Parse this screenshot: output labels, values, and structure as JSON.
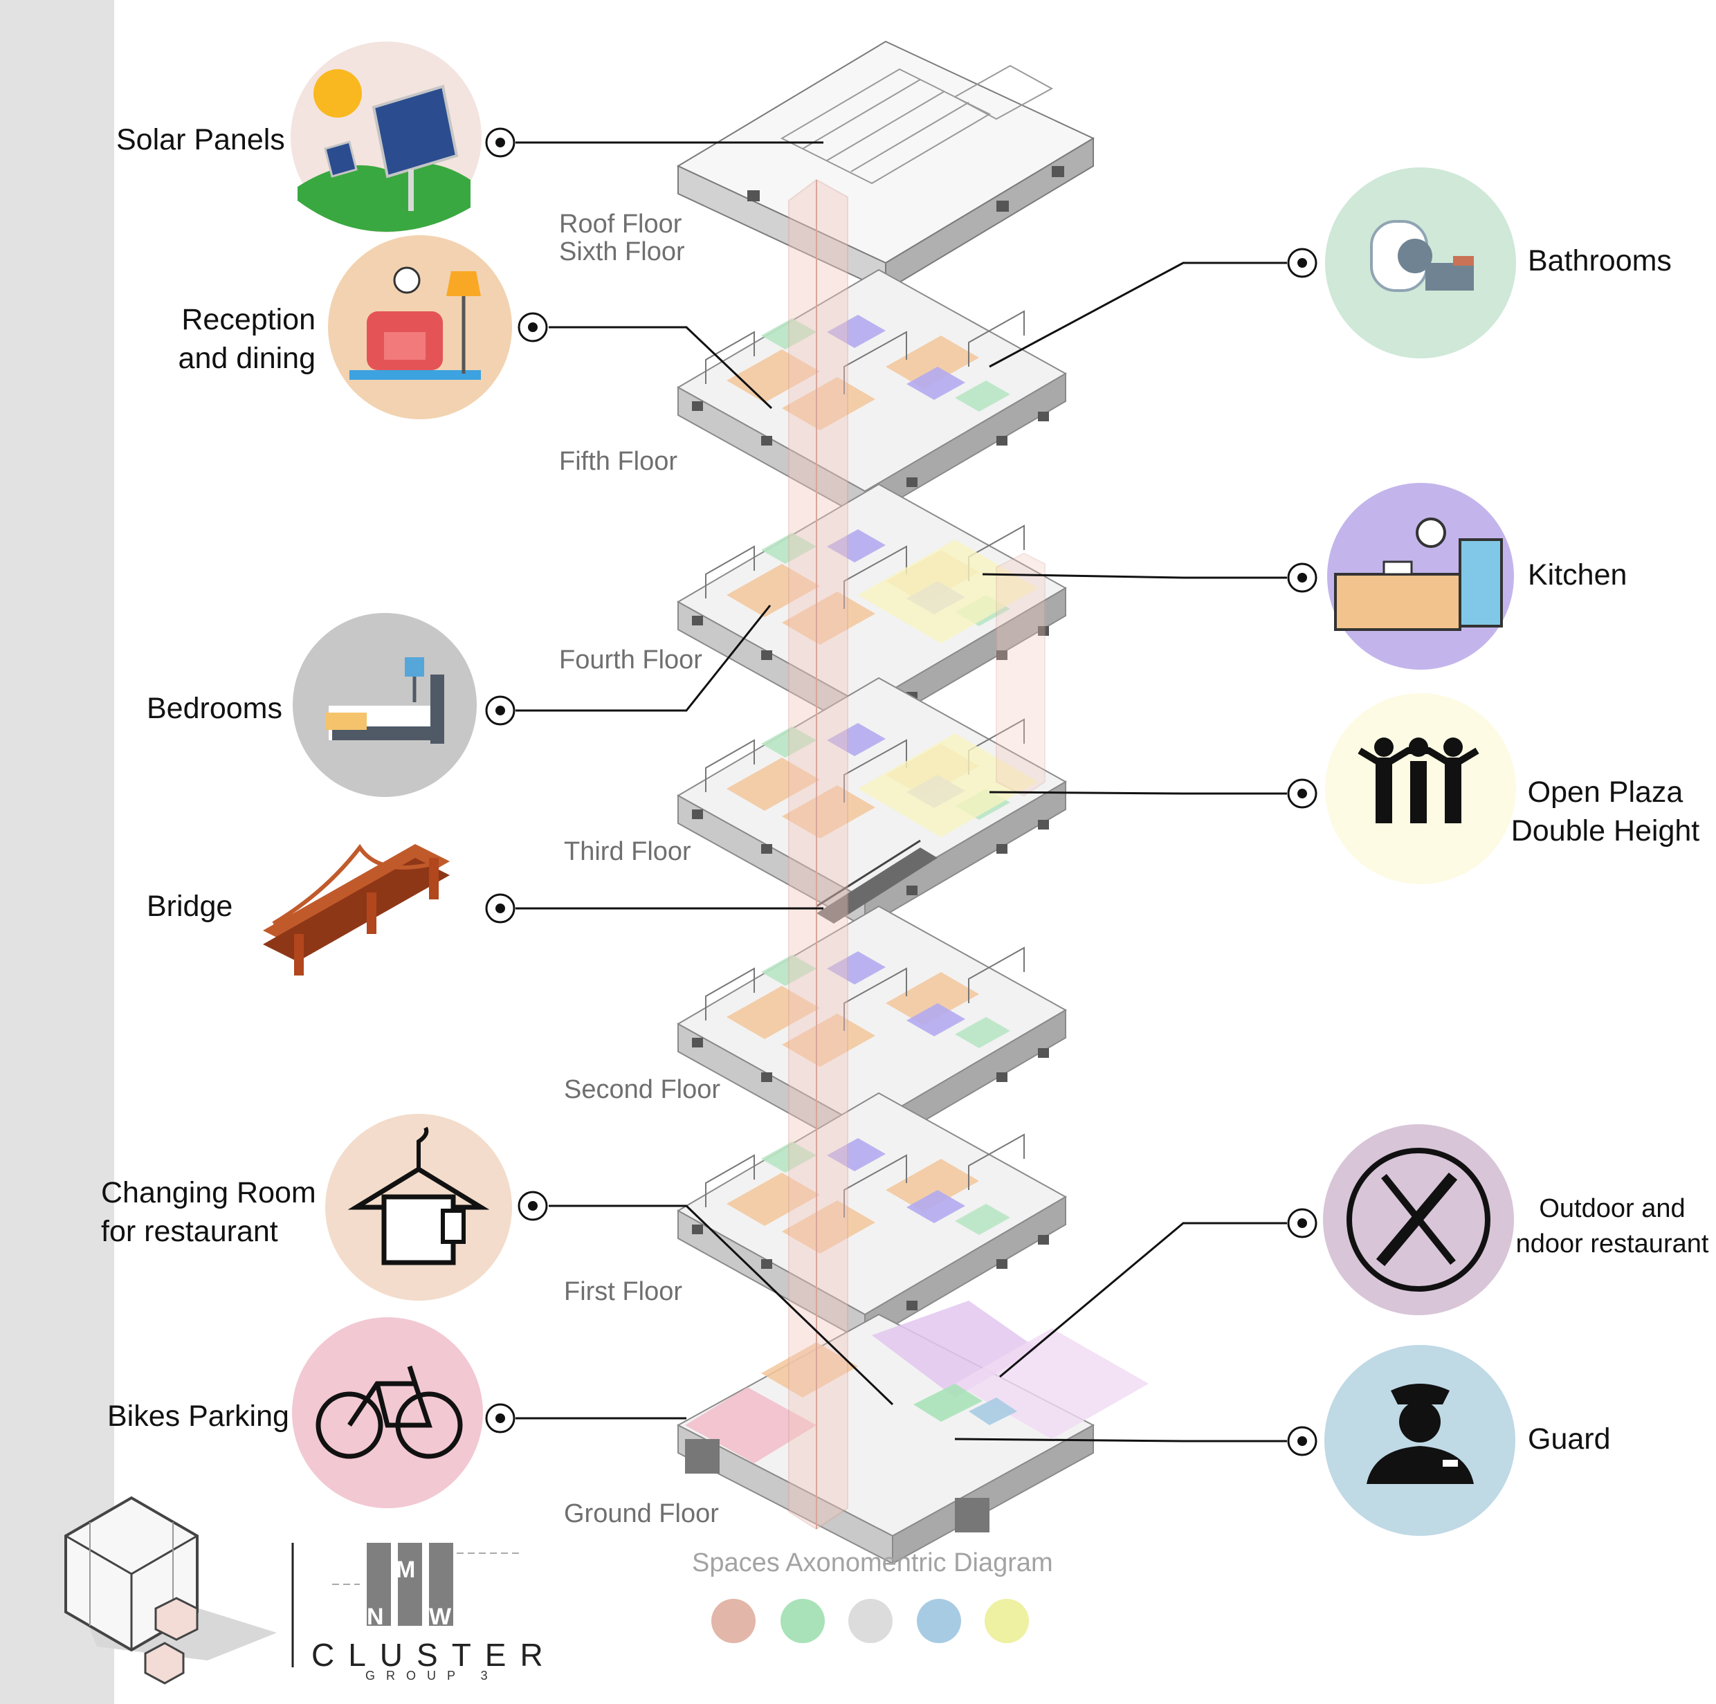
{
  "labels": {
    "solar_panels": "Solar Panels",
    "reception_1": "Reception",
    "reception_2": "and dining",
    "bedrooms": "Bedrooms",
    "bridge": "Bridge",
    "changing_1": "Changing Room",
    "changing_2": "for restaurant",
    "bikes": "Bikes Parking",
    "bathrooms": "Bathrooms",
    "kitchen": "Kitchen",
    "plaza_1": "Open Plaza",
    "plaza_2": "Double Height",
    "restaurant_1": "Outdoor and",
    "restaurant_2": "ndoor restaurant",
    "guard": "Guard"
  },
  "floors": {
    "roof": "Roof Floor",
    "sixth": "Sixth Floor",
    "fifth": "Fifth Floor",
    "fourth": "Fourth Floor",
    "third": "Third Floor",
    "second": "Second Floor",
    "first": "First Floor",
    "ground": "Ground Floor"
  },
  "caption": "Spaces Axonomentric Diagram",
  "legend_colors": [
    "#e2b6a8",
    "#a9e2b8",
    "#dcdcdc",
    "#a7cbe3",
    "#eef0a2"
  ],
  "icon_colors": {
    "solar": "#f3e4e0",
    "reception": "#f2d2b0",
    "bedrooms": "#c7c7c7",
    "changing": "#f3dccb",
    "bikes": "#f2c8d2",
    "bathrooms": "#cfe8d8",
    "kitchen": "#c3b5ec",
    "plaza": "#fdfbe4",
    "restaurant": "#d8c5d8",
    "guard": "#bfd9e5"
  },
  "icons": [
    "solar-panel-icon",
    "armchair-lamp-icon",
    "bed-icon",
    "bridge-icon",
    "hanger-shirt-icon",
    "bicycle-icon",
    "mri-scanner-icon",
    "kitchen-icon",
    "people-group-icon",
    "knife-fork-icon",
    "guard-icon"
  ],
  "brand": {
    "logo_text": "CLUSTER",
    "group": "GROUP 3"
  }
}
